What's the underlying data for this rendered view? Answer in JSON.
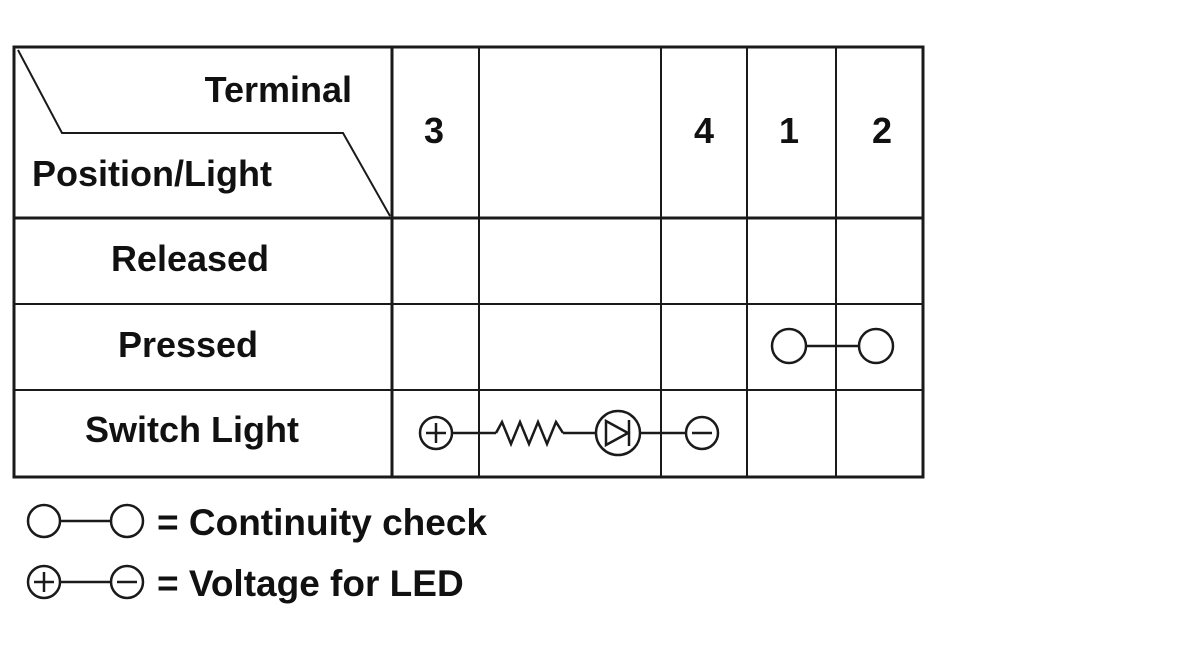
{
  "header": {
    "corner_top": "Terminal",
    "corner_bottom": "Position/Light",
    "terminals": [
      "3",
      "",
      "4",
      "1",
      "2"
    ]
  },
  "rows": [
    {
      "label": "Released"
    },
    {
      "label": "Pressed"
    },
    {
      "label": "Switch Light"
    }
  ],
  "legend": [
    {
      "symbol": "continuity-symbol",
      "text": "= Continuity check"
    },
    {
      "symbol": "voltage-symbol",
      "text": "= Voltage for LED"
    }
  ],
  "colors": {
    "line": "#1a1a1a",
    "text": "#111111",
    "background": "#ffffff"
  }
}
